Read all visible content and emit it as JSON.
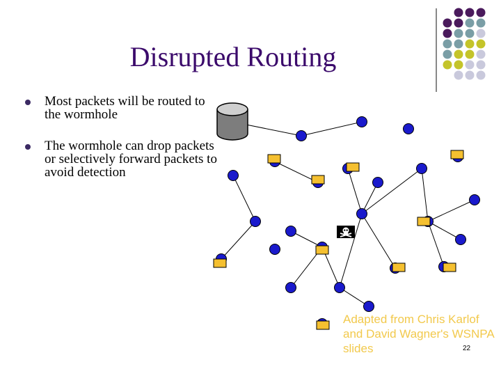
{
  "title": "Disrupted Routing",
  "bullets": [
    "Most packets will be routed to the wormhole",
    "The wormhole can drop packets or selectively forward packets to avoid detection"
  ],
  "credit": "Adapted from Chris Karlof and David Wagner's WSNPA slides",
  "page_number": "22",
  "colors": {
    "title": "#3b0a6b",
    "node": "#1a1acc",
    "packet": "#f5c030",
    "credit": "#f2c94c",
    "dot_purple": "#4a1a5c",
    "dot_teal": "#7a9ea6",
    "dot_olive": "#c4c42a",
    "dot_lavender": "#c9c9dc"
  },
  "icons": {
    "base_station": "database-cylinder-icon",
    "wormhole": "skull-crossbones-icon"
  }
}
